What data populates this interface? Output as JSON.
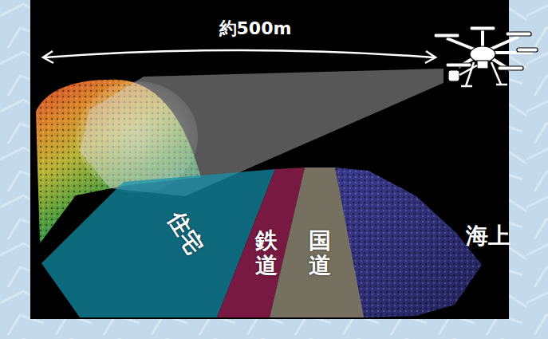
{
  "diagram": {
    "nodes": [
      {
        "text": [
          "住宅"
        ]
      },
      {
        "text": [
          "鉄道"
        ]
      },
      {
        "text": [
          "国道"
        ]
      }
    ],
    "labels": [
      "約500m",
      "海上"
    ]
  }
}
